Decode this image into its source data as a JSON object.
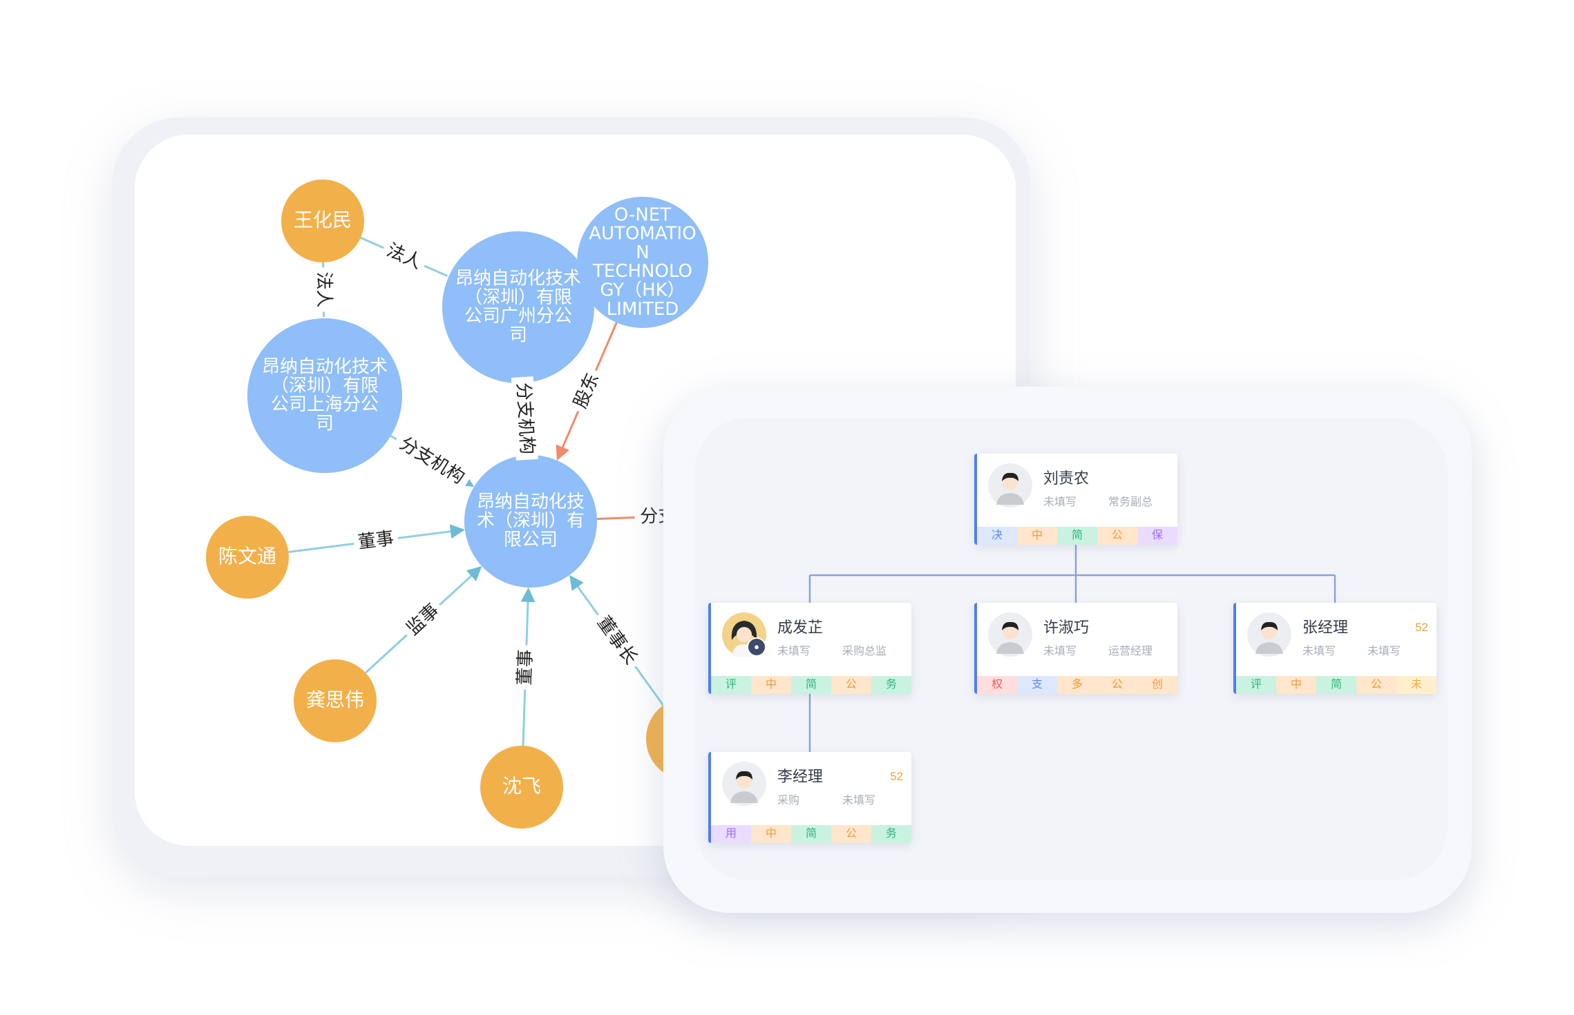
{
  "graph": {
    "nodes": [
      {
        "id": "wang",
        "label": [
          "王化民"
        ],
        "kind": "person"
      },
      {
        "id": "gz",
        "label": [
          "昂纳自动化技术",
          "（深圳）有限",
          "公司广州分公",
          "司"
        ],
        "kind": "company"
      },
      {
        "id": "onet",
        "label": [
          "O-NET",
          "AUTOMATIO",
          "N",
          "TECHNOLO",
          "GY（HK）",
          "LIMITED"
        ],
        "kind": "company"
      },
      {
        "id": "sh",
        "label": [
          "昂纳自动化技术",
          "（深圳）有限",
          "公司上海分公",
          "司"
        ],
        "kind": "company"
      },
      {
        "id": "main",
        "label": [
          "昂纳自动化技",
          "术（深圳）有",
          "限公司"
        ],
        "kind": "company"
      },
      {
        "id": "chen",
        "label": [
          "陈文通"
        ],
        "kind": "person"
      },
      {
        "id": "gong",
        "label": [
          "龚思伟"
        ],
        "kind": "person"
      },
      {
        "id": "shen",
        "label": [
          "沈飞"
        ],
        "kind": "person"
      },
      {
        "id": "hidden",
        "label": [
          ""
        ],
        "kind": "person"
      }
    ],
    "edges": [
      {
        "from": "wang",
        "to": "gz",
        "label": "法人"
      },
      {
        "from": "wang",
        "to": "sh",
        "label": "法人"
      },
      {
        "from": "onet",
        "to": "main",
        "label": "股东"
      },
      {
        "from": "gz",
        "to": "main",
        "label": "分支机构"
      },
      {
        "from": "sh",
        "to": "main",
        "label": "分支机构"
      },
      {
        "from": "main",
        "to": "offscreen",
        "label": "分支机构"
      },
      {
        "from": "chen",
        "to": "main",
        "label": "董事"
      },
      {
        "from": "gong",
        "to": "main",
        "label": "监事"
      },
      {
        "from": "shen",
        "to": "main",
        "label": "董事"
      },
      {
        "from": "hidden",
        "to": "main",
        "label": "董事长"
      }
    ],
    "colors": {
      "person": "#f2b04a",
      "company": "#8fbef8",
      "edge": "#8fcfe0",
      "edge_shareholder": "#f08a6a",
      "edge_branch_out": "#f08a6a",
      "arrow": "#6fbad6"
    }
  },
  "org": {
    "cards": [
      {
        "id": "liu",
        "name": "刘责农",
        "dept": "未填写",
        "title": "常务副总",
        "score": "",
        "avatar": "male-icon",
        "badge": "",
        "tags": [
          "决",
          "中",
          "简",
          "公",
          "保"
        ]
      },
      {
        "id": "cheng",
        "name": "成发芷",
        "dept": "未填写",
        "title": "采购总监",
        "score": "",
        "avatar": "female-icon",
        "badge": "user-badge-icon",
        "tags": [
          "评",
          "中",
          "简",
          "公",
          "务"
        ]
      },
      {
        "id": "xu",
        "name": "许淑巧",
        "dept": "未填写",
        "title": "运营经理",
        "score": "",
        "avatar": "male-icon",
        "badge": "",
        "tags": [
          "权",
          "支",
          "多",
          "公",
          "创"
        ]
      },
      {
        "id": "zhang",
        "name": "张经理",
        "dept": "未填写",
        "title": "未填写",
        "score": "52",
        "avatar": "male-icon",
        "badge": "",
        "tags": [
          "评",
          "中",
          "简",
          "公",
          "未"
        ]
      },
      {
        "id": "li",
        "name": "李经理",
        "dept": "采购",
        "title": "未填写",
        "score": "52",
        "avatar": "male-icon",
        "badge": "",
        "tags": [
          "用",
          "中",
          "简",
          "公",
          "务"
        ]
      }
    ],
    "tag_colors": {
      "决": [
        "#dde8ff",
        "#5b8cf0"
      ],
      "中": [
        "#ffe6cc",
        "#f09a3c"
      ],
      "简": [
        "#c9f2e0",
        "#2fb57c"
      ],
      "公": [
        "#ffe6cc",
        "#f09a3c"
      ],
      "保": [
        "#eadcff",
        "#9b6cf0"
      ],
      "评": [
        "#c9f2e0",
        "#2fb57c"
      ],
      "务": [
        "#c9f2e0",
        "#2fb57c"
      ],
      "权": [
        "#ffdede",
        "#f05a5a"
      ],
      "支": [
        "#dde8ff",
        "#5b8cf0"
      ],
      "多": [
        "#ffe6cc",
        "#f09a3c"
      ],
      "创": [
        "#ffe6cc",
        "#f09a3c"
      ],
      "未": [
        "#ffefcc",
        "#f0b03c"
      ],
      "用": [
        "#eadcff",
        "#9b6cf0"
      ]
    },
    "line_color": "#8aa3d6"
  }
}
